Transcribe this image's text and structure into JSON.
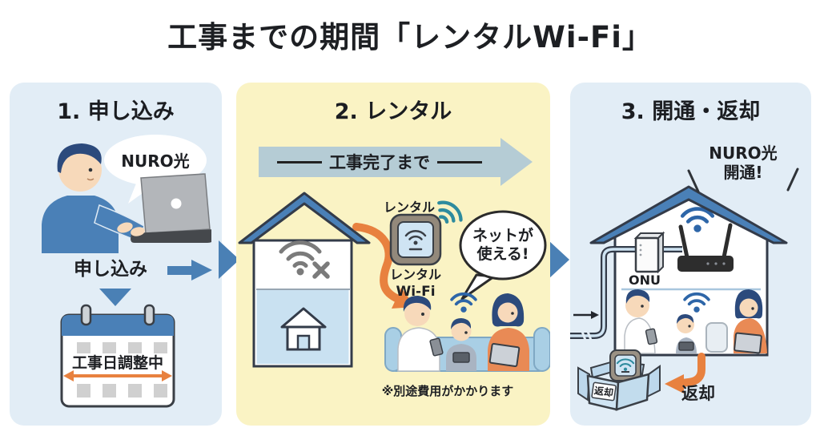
{
  "title": "工事までの期間「レンタルWi-Fi」",
  "step1": {
    "title": "1. 申し込み",
    "bubble": "NURO光",
    "action_label": "申し込み",
    "calendar_label": "工事日調整中"
  },
  "step2": {
    "title": "2. レンタル",
    "banner_label": "工事完了まで",
    "rental_label": "レンタル",
    "device_line1": "レンタル",
    "device_line2": "Wi-Fi",
    "bubble_line1": "ネットが",
    "bubble_line2": "使える!",
    "note": "※別途費用がかかります"
  },
  "step3": {
    "title": "3. 開通・返却",
    "callout_line1": "NURO光",
    "callout_line2": "開通!",
    "onu_label": "ONU",
    "box_label": "返却",
    "return_label": "返却"
  },
  "icons": [
    "wifi-icon",
    "wifi-blocked-icon",
    "wifi-waves-teal-icon",
    "rental-router-icon",
    "calendar-icon",
    "laptop-icon",
    "speech-bubble",
    "house-icon",
    "onu-device-icon",
    "router-icon",
    "cardboard-box-icon",
    "right-arrow-icon",
    "down-arrow-icon",
    "orange-curved-arrow-icon",
    "double-arrow-icon"
  ],
  "colors": {
    "panel_blue_bg": "#e2edf6",
    "panel_yellow_bg": "#faf3c4",
    "accent_blue": "#4a80b5",
    "banner_arrow": "#b5ccd5",
    "orange": "#e8813f",
    "teal": "#2e8b9e",
    "outline": "#333b49",
    "wifi_blue": "#2e66a8",
    "room_blue": "#c9e1f1"
  }
}
